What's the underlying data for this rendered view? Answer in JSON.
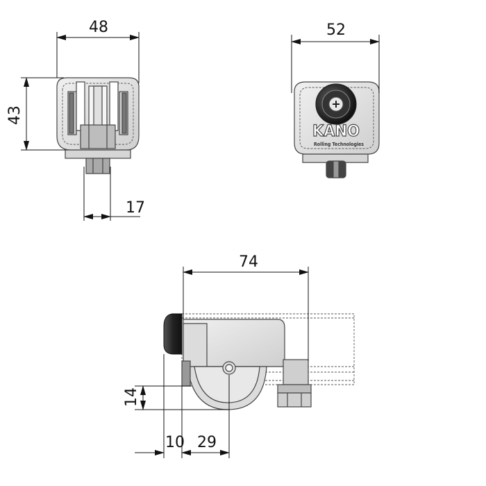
{
  "dimensions": {
    "top_width": "48",
    "side_height": "43",
    "bolt_width": "17",
    "front_width": "52",
    "bottom_length": "74",
    "wheel_drop": "14",
    "offset_left": "10",
    "offset_axle": "29"
  },
  "logo": {
    "brand": "KANO",
    "tagline": "Rolling Technologies"
  },
  "colors": {
    "body_fill": "#e4e4e4",
    "part_stroke": "#444444",
    "wheel_dark": "#2a2a2a",
    "dimension_line": "#111111"
  }
}
